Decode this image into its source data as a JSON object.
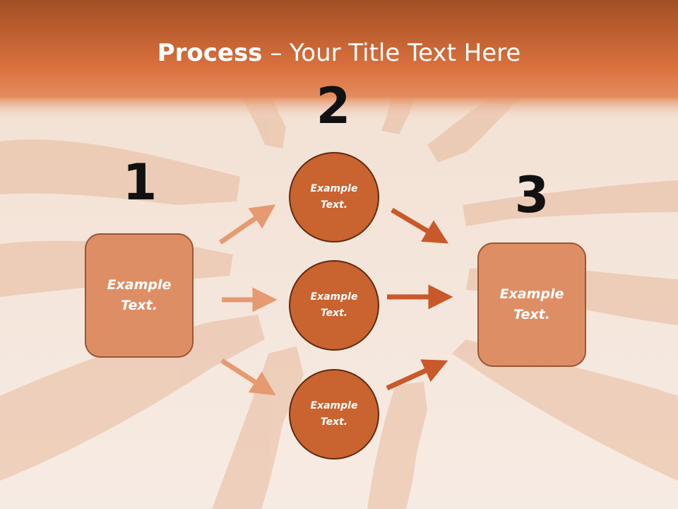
{
  "slide": {
    "title_bold": "Process",
    "title_rest": " – Your Title Text Here",
    "numbers": [
      "1",
      "2",
      "3"
    ],
    "left_box": "Example\nText.",
    "right_box": "Example\nText.",
    "circles": [
      "Example\nText.",
      "Example\nText.",
      "Example\nText."
    ]
  },
  "colors": {
    "header": "#d8703d",
    "box_fill": "#de8e65",
    "circle_fill": "#c9632f",
    "arrow_light": "#e69a72",
    "arrow_dark": "#c9582a"
  },
  "background_image": "hands-on-sand-photo"
}
